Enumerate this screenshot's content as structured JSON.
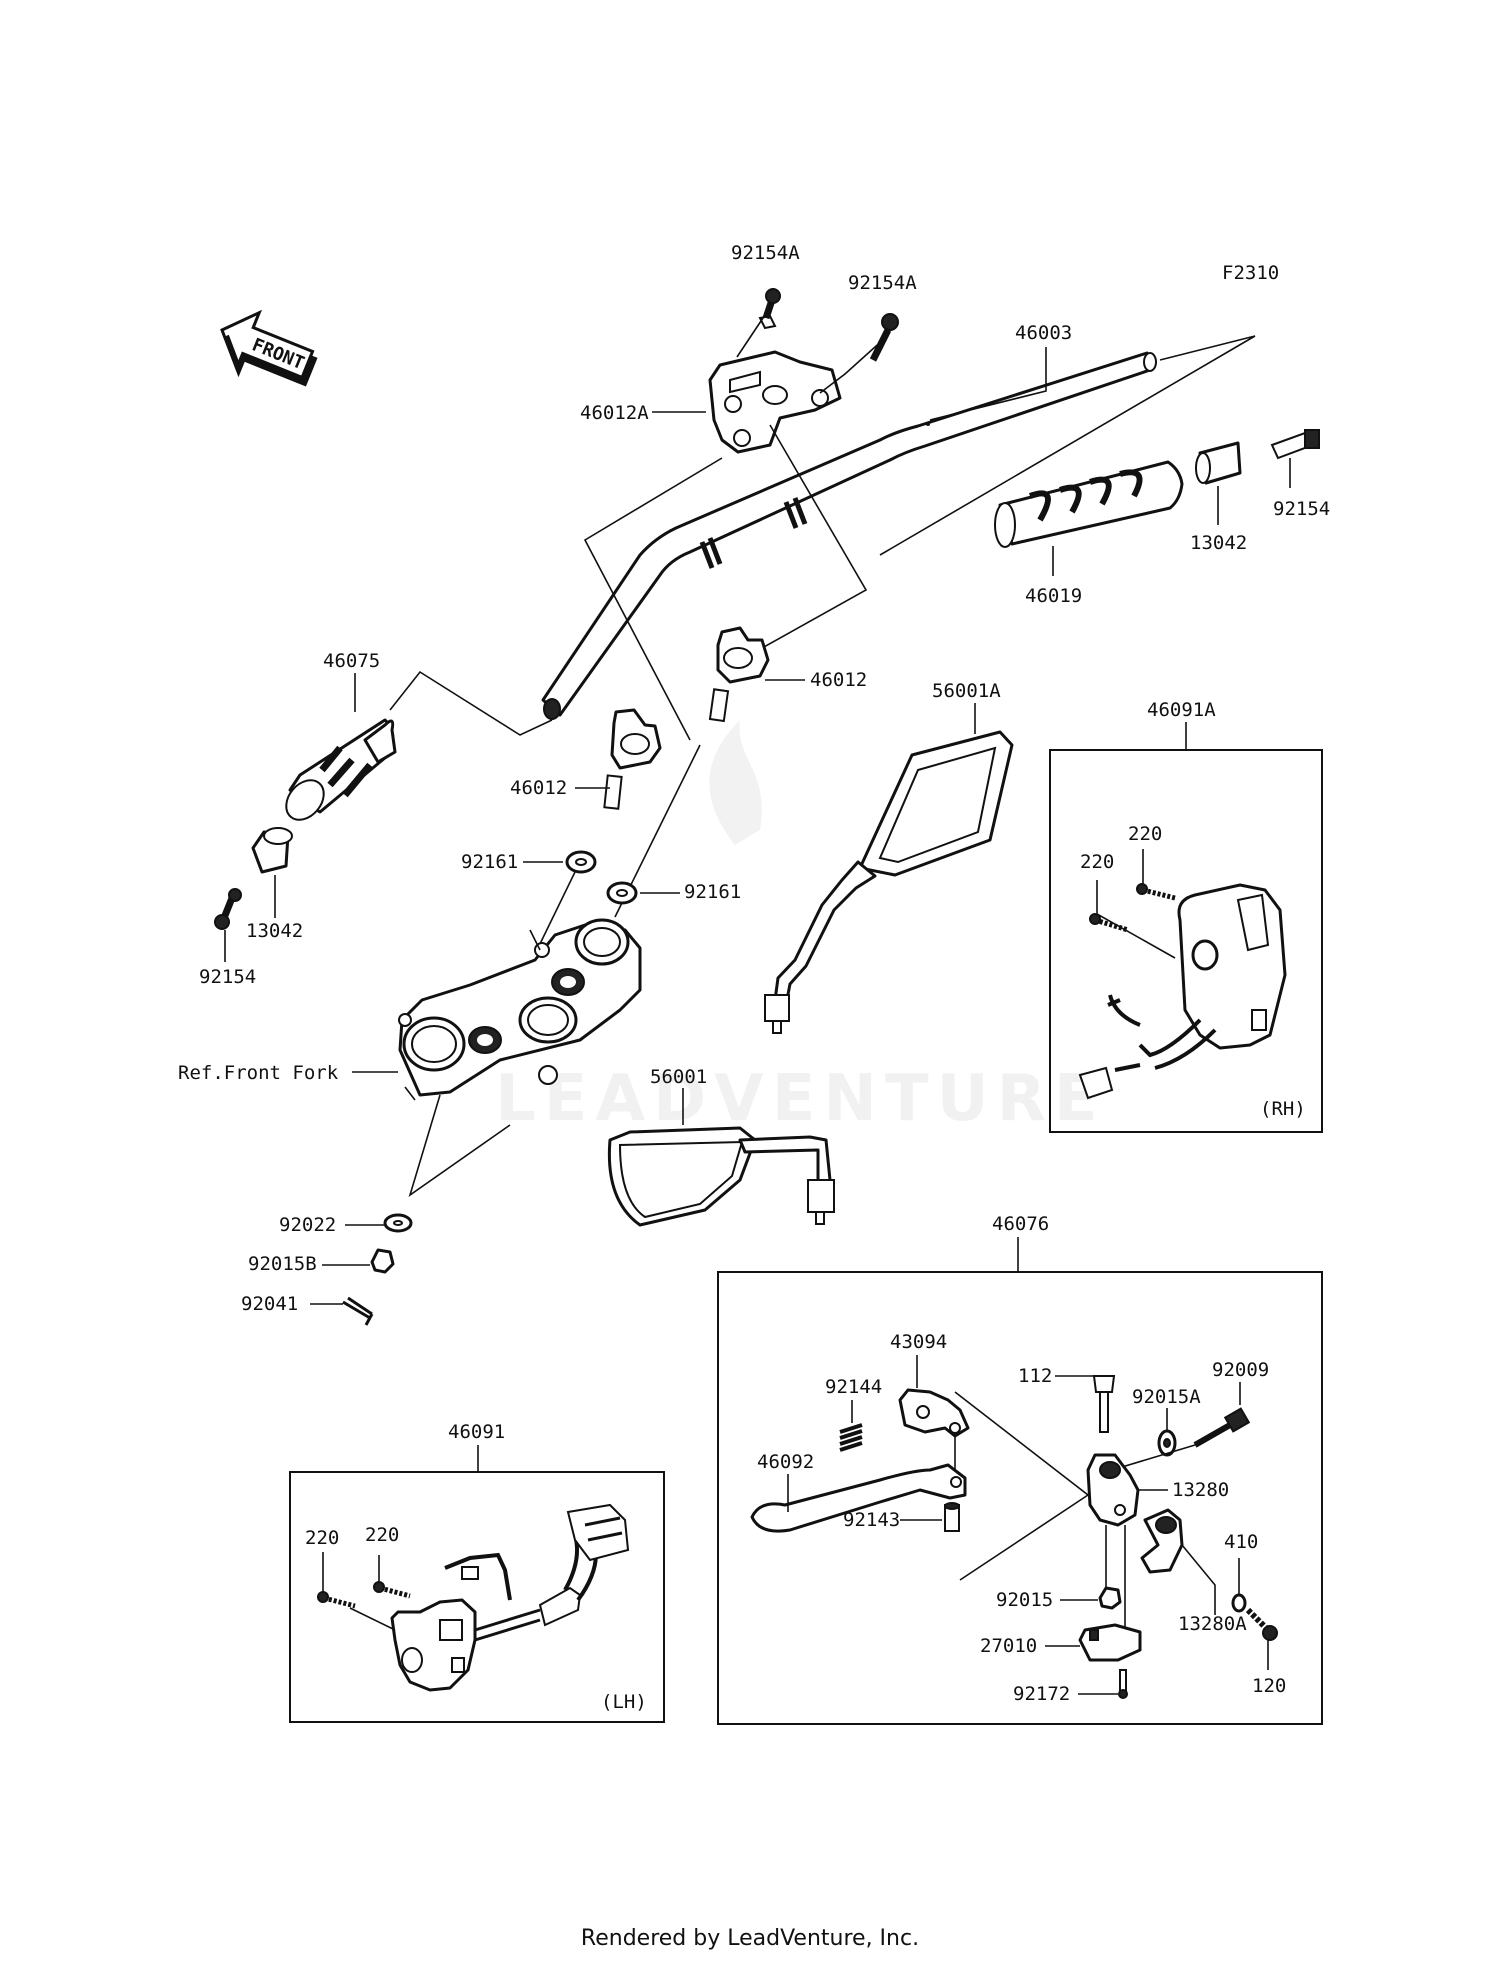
{
  "diagram_code": "F2310",
  "front_marker": "FRONT",
  "watermark": "LEADVENTURE",
  "footer_text": "Rendered by LeadVenture, Inc.",
  "labels": {
    "p92154A_1": "92154A",
    "p92154A_2": "92154A",
    "p46003": "46003",
    "p46012A": "46012A",
    "p92154_r": "92154",
    "p13042_r": "13042",
    "p46019": "46019",
    "p46075": "46075",
    "p46012_r": "46012",
    "p46012_l": "46012",
    "p56001A": "56001A",
    "p46091A": "46091A",
    "p92161_l": "92161",
    "p92161_r": "92161",
    "p13042_l": "13042",
    "p92154_l": "92154",
    "ref_front_fork": "Ref.Front Fork",
    "p220_a": "220",
    "p220_b": "220",
    "p56001": "56001",
    "p92022": "92022",
    "p92015B": "92015B",
    "p92041": "92041",
    "p46076": "46076",
    "p43094": "43094",
    "p112": "112",
    "p92015A": "92015A",
    "p92009": "92009",
    "p92144": "92144",
    "p46092": "46092",
    "p13280": "13280",
    "p92143": "92143",
    "p410": "410",
    "p92015": "92015",
    "p13280A": "13280A",
    "p27010": "27010",
    "p92172": "92172",
    "p120": "120",
    "p46091": "46091",
    "p220_c": "220",
    "p220_d": "220"
  },
  "box_notes": {
    "rh": "(RH)",
    "lh": "(LH)"
  }
}
